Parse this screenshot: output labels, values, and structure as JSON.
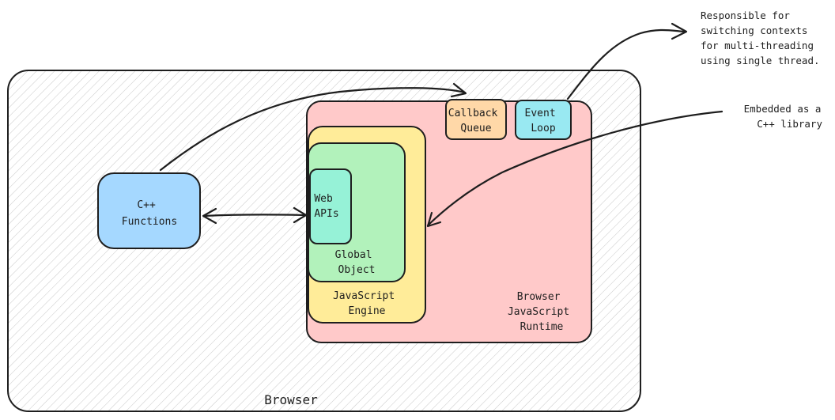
{
  "nodes": {
    "browser": {
      "label": "Browser"
    },
    "runtime": {
      "lines": [
        "Browser",
        "JavaScript",
        "Runtime"
      ],
      "color": "#ffc9c9"
    },
    "engine": {
      "lines": [
        "JavaScript",
        "Engine"
      ],
      "color": "#ffec99"
    },
    "global_object": {
      "lines": [
        "Global",
        "Object"
      ],
      "color": "#b2f2bb"
    },
    "web_apis": {
      "lines": [
        "Web",
        "APIs"
      ],
      "color": "#96f2d7"
    },
    "callback_queue": {
      "lines": [
        "Callback",
        "Queue"
      ],
      "color": "#ffd8a8"
    },
    "event_loop": {
      "lines": [
        "Event",
        "Loop"
      ],
      "color": "#99e9f2"
    },
    "cpp_functions": {
      "lines": [
        "C++",
        "Functions"
      ],
      "color": "#a5d8ff"
    }
  },
  "notes": {
    "event_loop_note": [
      "Responsible for",
      "switching contexts",
      "for multi-threading",
      "using single thread."
    ],
    "engine_note": [
      "Embedded as a",
      "C++ library"
    ]
  }
}
